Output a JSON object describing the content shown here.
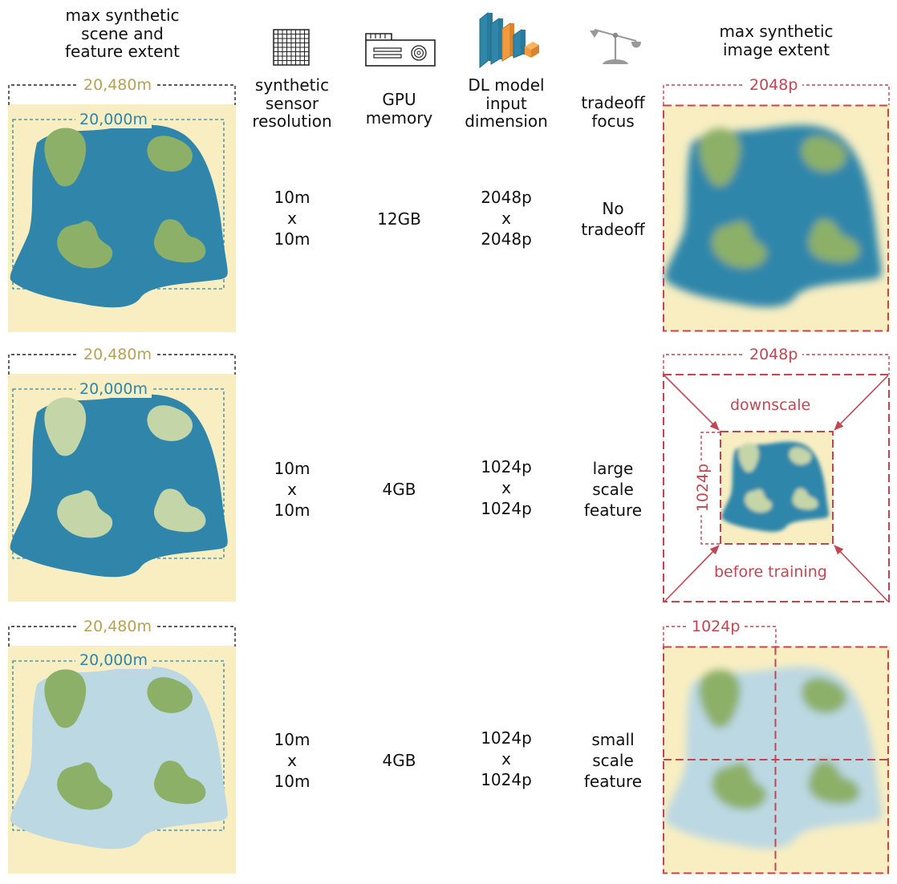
{
  "headers": {
    "scene_extent": "max synthetic\nscene and\nfeature extent",
    "sensor": "synthetic\nsensor\nresolution",
    "gpu": "GPU\nmemory",
    "dl_input": "DL model\ninput\ndimension",
    "tradeoff": "tradeoff\nfocus",
    "image_extent": "max synthetic\nimage extent"
  },
  "rows": [
    {
      "scene_outer": "20,480m",
      "scene_inner": "20,000m",
      "resolution": "10m\nx\n10m",
      "gpu": "12GB",
      "input": "2048p\nx\n2048p",
      "tradeoff": "No\ntradeoff",
      "image_top": "2048p"
    },
    {
      "scene_outer": "20,480m",
      "scene_inner": "20,000m",
      "resolution": "10m\nx\n10m",
      "gpu": "4GB",
      "input": "1024p\nx\n1024p",
      "tradeoff": "large\nscale\nfeature",
      "image_top": "2048p",
      "image_side": "1024p",
      "note_top": "downscale",
      "note_bottom": "before training"
    },
    {
      "scene_outer": "20,480m",
      "scene_inner": "20,000m",
      "resolution": "10m\nx\n10m",
      "gpu": "4GB",
      "input": "1024p\nx\n1024p",
      "tradeoff": "small\nscale\nfeature",
      "image_top": "1024p"
    }
  ],
  "colors": {
    "sand": "#f8eec2",
    "water_dark": "#2f86aa",
    "water_light": "#bcd8e3",
    "island_green": "#8cb068",
    "island_pale": "#c4d6a8",
    "accent_red": "#c24652",
    "label_gold": "#b8a155"
  },
  "icons": [
    "sensor-grid-icon",
    "gpu-card-icon",
    "dl-model-icon",
    "balance-scale-icon"
  ]
}
